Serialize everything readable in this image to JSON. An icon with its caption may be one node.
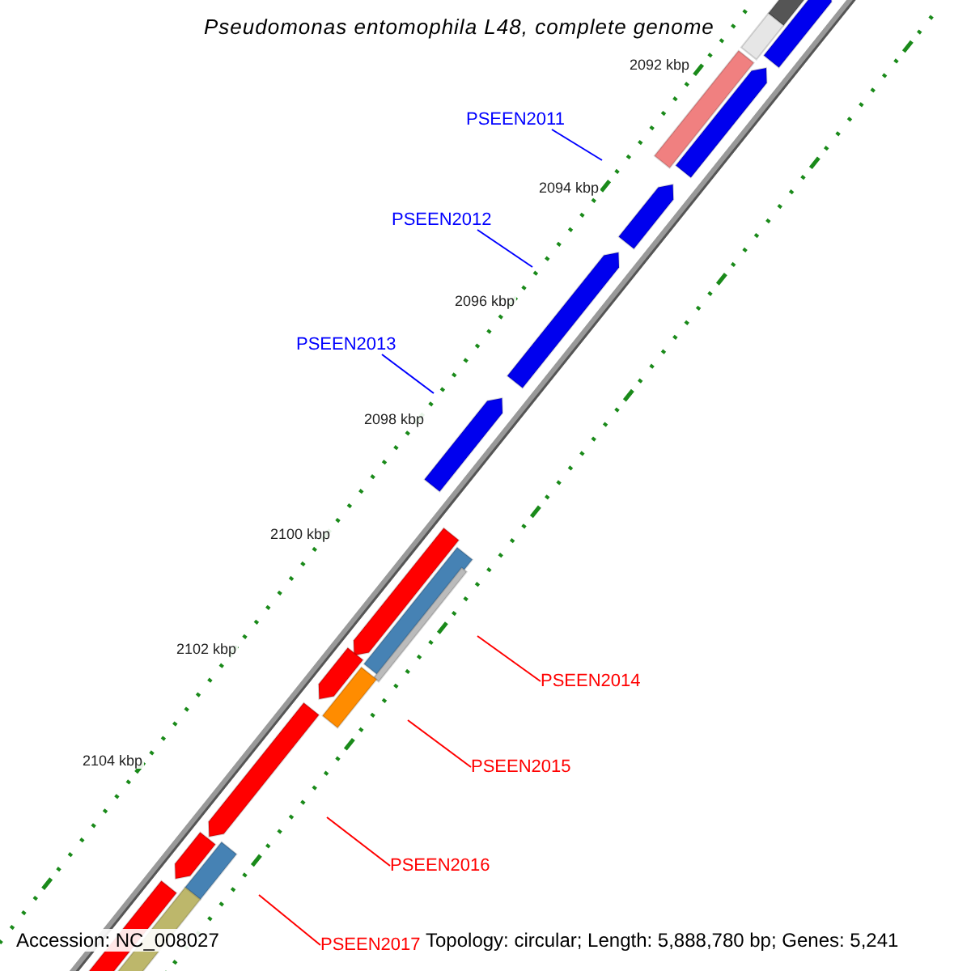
{
  "diagram": {
    "title": "Pseudomonas entomophila L48, complete genome",
    "nodes": [
      {
        "text": [
          "PSEEN2011"
        ]
      },
      {
        "text": [
          "PSEEN2012"
        ]
      },
      {
        "text": [
          "PSEEN2013"
        ]
      },
      {
        "text": [
          "PSEEN2014"
        ]
      },
      {
        "text": [
          "PSEEN2015"
        ]
      },
      {
        "text": [
          "PSEEN2016"
        ]
      },
      {
        "text": [
          "PSEEN2017"
        ]
      }
    ],
    "edges": [
      {
        "from": 0,
        "to": null,
        "arrow": "none",
        "color": "#0000ff"
      },
      {
        "from": 1,
        "to": null,
        "arrow": "none",
        "color": "#0000ff"
      },
      {
        "from": 2,
        "to": null,
        "arrow": "none",
        "color": "#0000ff"
      },
      {
        "from": 3,
        "to": null,
        "arrow": "none"
      },
      {
        "from": 4,
        "to": null,
        "arrow": "none"
      },
      {
        "from": 5,
        "to": null,
        "arrow": "none"
      },
      {
        "from": 6,
        "to": null,
        "arrow": "none"
      }
    ],
    "labels": [
      "2092 kbp",
      "2094 kbp",
      "2096 kbp",
      "2098 kbp",
      "2100 kbp",
      "2102 kbp",
      "2104 kbp",
      "Accession: NC_008027",
      "Topology: circular; Length: 5,888,780 bp; Genes: 5,241"
    ]
  }
}
